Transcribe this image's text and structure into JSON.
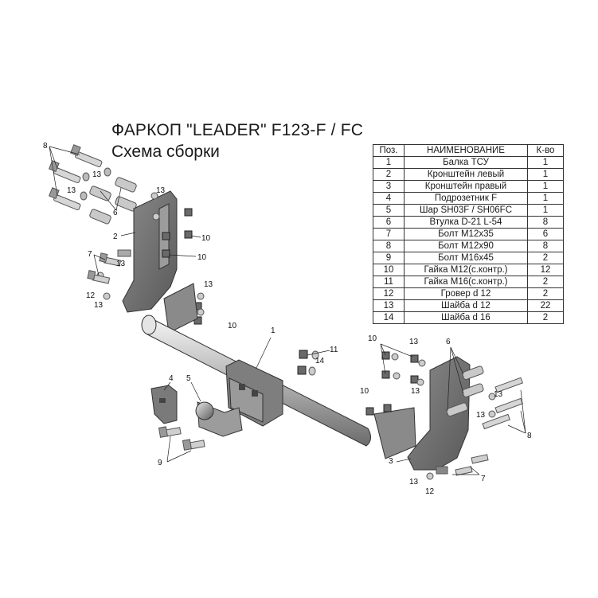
{
  "title": "ФАРКОП \"LEADER\" F123-F / FC",
  "subtitle": "Схема сборки",
  "parts_table": {
    "headers": [
      "Поз.",
      "НАИМЕНОВАНИЕ",
      "К-во"
    ],
    "rows": [
      {
        "pos": "1",
        "name": "Балка ТСУ",
        "qty": "1"
      },
      {
        "pos": "2",
        "name": "Кронштейн левый",
        "qty": "1"
      },
      {
        "pos": "3",
        "name": "Кронштейн правый",
        "qty": "1"
      },
      {
        "pos": "4",
        "name": "Подрозетник F",
        "qty": "1"
      },
      {
        "pos": "5",
        "name": "Шар SH03F / SH06FC",
        "qty": "1"
      },
      {
        "pos": "6",
        "name": "Втулка D-21 L-54",
        "qty": "8"
      },
      {
        "pos": "7",
        "name": "Болт М12х35",
        "qty": "6"
      },
      {
        "pos": "8",
        "name": "Болт М12х90",
        "qty": "8"
      },
      {
        "pos": "9",
        "name": "Болт М16х45",
        "qty": "2"
      },
      {
        "pos": "10",
        "name": "Гайка М12(с.контр.)",
        "qty": "12"
      },
      {
        "pos": "11",
        "name": "Гайка  М16(с.контр.)",
        "qty": "2"
      },
      {
        "pos": "12",
        "name": "Гровер d 12",
        "qty": "2"
      },
      {
        "pos": "13",
        "name": "Шайба d 12",
        "qty": "22"
      },
      {
        "pos": "14",
        "name": "Шайба d 16",
        "qty": "2"
      }
    ]
  },
  "callouts": {
    "c1": "1",
    "c2": "2",
    "c3": "3",
    "c4": "4",
    "c5": "5",
    "c6a": "6",
    "c6b": "6",
    "c7a": "7",
    "c7b": "7",
    "c8a": "8",
    "c8b": "8",
    "c9": "9",
    "c10a": "10",
    "c10b": "10",
    "c10c": "10",
    "c10d": "10",
    "c10e": "10",
    "c11": "11",
    "c12a": "12",
    "c12b": "12",
    "c13a": "13",
    "c13b": "13",
    "c13c": "13",
    "c13d": "13",
    "c13e": "13",
    "c13f": "13",
    "c13g": "13",
    "c13h": "13",
    "c13i": "13",
    "c13j": "13",
    "c14": "14"
  }
}
